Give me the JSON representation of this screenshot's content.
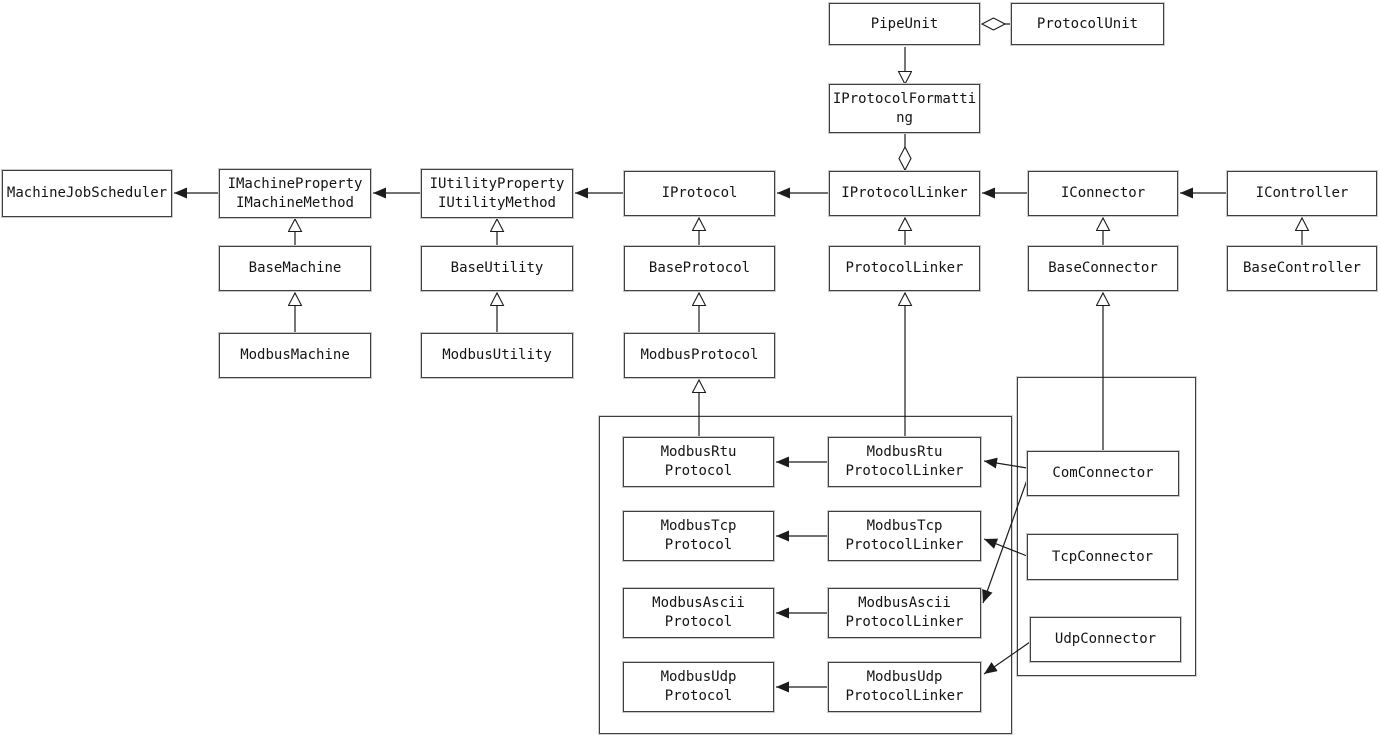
{
  "diagram": {
    "type": "uml-class-diagram",
    "colors": {
      "background": "#ffffff",
      "line": "#1c1c1c",
      "box_border": "#3f3f3f"
    },
    "nodes": {
      "pipe_unit": "PipeUnit",
      "protocol_unit": "ProtocolUnit",
      "iprotocol_formatting": "IProtocolFormatting",
      "machine_job_scheduler": "MachineJobScheduler",
      "imachine": "IMachineProperty\nIMachineMethod",
      "iutility": "IUtilityProperty\nIUtilityMethod",
      "iprotocol": "IProtocol",
      "iprotocol_linker": "IProtocolLinker",
      "iconnector": "IConnector",
      "icontroller": "IController",
      "base_machine": "BaseMachine",
      "base_utility": "BaseUtility",
      "base_protocol": "BaseProtocol",
      "protocol_linker": "ProtocolLinker",
      "base_connector": "BaseConnector",
      "base_controller": "BaseController",
      "modbus_machine": "ModbusMachine",
      "modbus_utility": "ModbusUtility",
      "modbus_protocol": "ModbusProtocol",
      "modbus_rtu_protocol": "ModbusRtu\nProtocol",
      "modbus_rtu_protocol_linker": "ModbusRtu\nProtocolLinker",
      "modbus_tcp_protocol": "ModbusTcp\nProtocol",
      "modbus_tcp_protocol_linker": "ModbusTcp\nProtocolLinker",
      "modbus_ascii_protocol": "ModbusAscii\nProtocol",
      "modbus_ascii_protocol_linker": "ModbusAscii\nProtocolLinker",
      "modbus_udp_protocol": "ModbusUdp\nProtocol",
      "modbus_udp_protocol_linker": "ModbusUdp\nProtocolLinker",
      "com_connector": "ComConnector",
      "tcp_connector": "TcpConnector",
      "udp_connector": "UdpConnector"
    },
    "groups": {
      "modbus_group_members": [
        "modbus_rtu_protocol",
        "modbus_rtu_protocol_linker",
        "modbus_tcp_protocol",
        "modbus_tcp_protocol_linker",
        "modbus_ascii_protocol",
        "modbus_ascii_protocol_linker",
        "modbus_udp_protocol",
        "modbus_udp_protocol_linker"
      ],
      "connector_group_members": [
        "com_connector",
        "tcp_connector",
        "udp_connector"
      ]
    },
    "relationships": [
      {
        "from": "pipe_unit",
        "to": "protocol_unit",
        "type": "aggregation"
      },
      {
        "from": "pipe_unit",
        "to": "iprotocol_formatting",
        "type": "realization"
      },
      {
        "from": "iprotocol_formatting",
        "to": "iprotocol_linker",
        "type": "aggregation"
      },
      {
        "from": "imachine",
        "to": "machine_job_scheduler",
        "type": "association"
      },
      {
        "from": "iutility",
        "to": "imachine",
        "type": "association"
      },
      {
        "from": "iprotocol",
        "to": "iutility",
        "type": "association"
      },
      {
        "from": "iprotocol_linker",
        "to": "iprotocol",
        "type": "association"
      },
      {
        "from": "iconnector",
        "to": "iprotocol_linker",
        "type": "association"
      },
      {
        "from": "icontroller",
        "to": "iconnector",
        "type": "association"
      },
      {
        "from": "base_machine",
        "to": "imachine",
        "type": "inheritance"
      },
      {
        "from": "modbus_machine",
        "to": "base_machine",
        "type": "inheritance"
      },
      {
        "from": "base_utility",
        "to": "iutility",
        "type": "inheritance"
      },
      {
        "from": "modbus_utility",
        "to": "base_utility",
        "type": "inheritance"
      },
      {
        "from": "base_protocol",
        "to": "iprotocol",
        "type": "inheritance"
      },
      {
        "from": "modbus_protocol",
        "to": "base_protocol",
        "type": "inheritance"
      },
      {
        "from": "modbus_rtu_protocol",
        "to": "modbus_protocol",
        "type": "inheritance"
      },
      {
        "from": "protocol_linker",
        "to": "iprotocol_linker",
        "type": "inheritance"
      },
      {
        "from": "modbus_rtu_protocol_linker",
        "to": "protocol_linker",
        "type": "inheritance"
      },
      {
        "from": "base_connector",
        "to": "iconnector",
        "type": "inheritance"
      },
      {
        "from": "com_connector",
        "to": "base_connector",
        "type": "inheritance"
      },
      {
        "from": "base_controller",
        "to": "icontroller",
        "type": "inheritance"
      },
      {
        "from": "modbus_rtu_protocol_linker",
        "to": "modbus_rtu_protocol",
        "type": "association"
      },
      {
        "from": "modbus_tcp_protocol_linker",
        "to": "modbus_tcp_protocol",
        "type": "association"
      },
      {
        "from": "modbus_ascii_protocol_linker",
        "to": "modbus_ascii_protocol",
        "type": "association"
      },
      {
        "from": "modbus_udp_protocol_linker",
        "to": "modbus_udp_protocol",
        "type": "association"
      },
      {
        "from": "com_connector",
        "to": "modbus_rtu_protocol_linker",
        "type": "association"
      },
      {
        "from": "com_connector",
        "to": "modbus_ascii_protocol_linker",
        "type": "association"
      },
      {
        "from": "tcp_connector",
        "to": "modbus_tcp_protocol_linker",
        "type": "association"
      },
      {
        "from": "udp_connector",
        "to": "modbus_udp_protocol_linker",
        "type": "association"
      }
    ]
  }
}
